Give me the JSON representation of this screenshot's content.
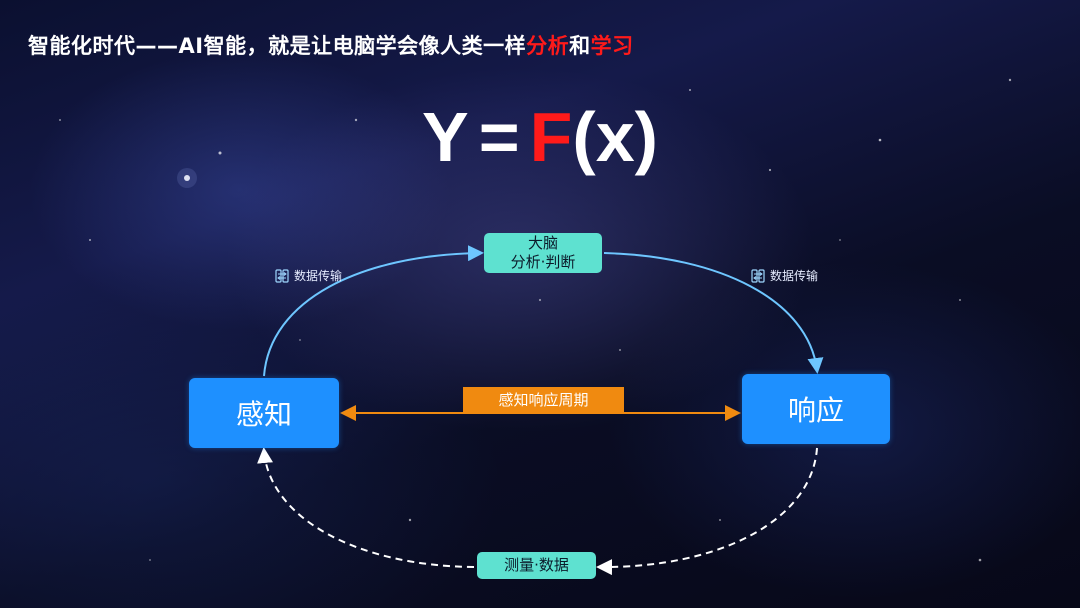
{
  "headline": {
    "prefix": "智能化时代——AI智能，就是让电脑学会像人类一样",
    "highlight_1": "分析",
    "connector": "和",
    "highlight_2": "学习"
  },
  "formula": {
    "y": "Y",
    "eq": "=",
    "f": "F",
    "x": "(x)"
  },
  "diagram": {
    "brain": {
      "title": "大脑",
      "subtitle": "分析·判断"
    },
    "perceive": "感知",
    "respond": "响应",
    "cycle": "感知响应周期",
    "measure": "测量·数据",
    "transfer_left": "数据传输",
    "transfer_right": "数据传输"
  },
  "colors": {
    "highlight_red": "#ff1a1a",
    "box_blue": "#1e90ff",
    "box_teal": "#5ee1d0",
    "cycle_orange": "#f08a10",
    "arrow_light_blue": "#6ec6ff"
  },
  "icons": {
    "transfer": "data-transfer-icon"
  }
}
